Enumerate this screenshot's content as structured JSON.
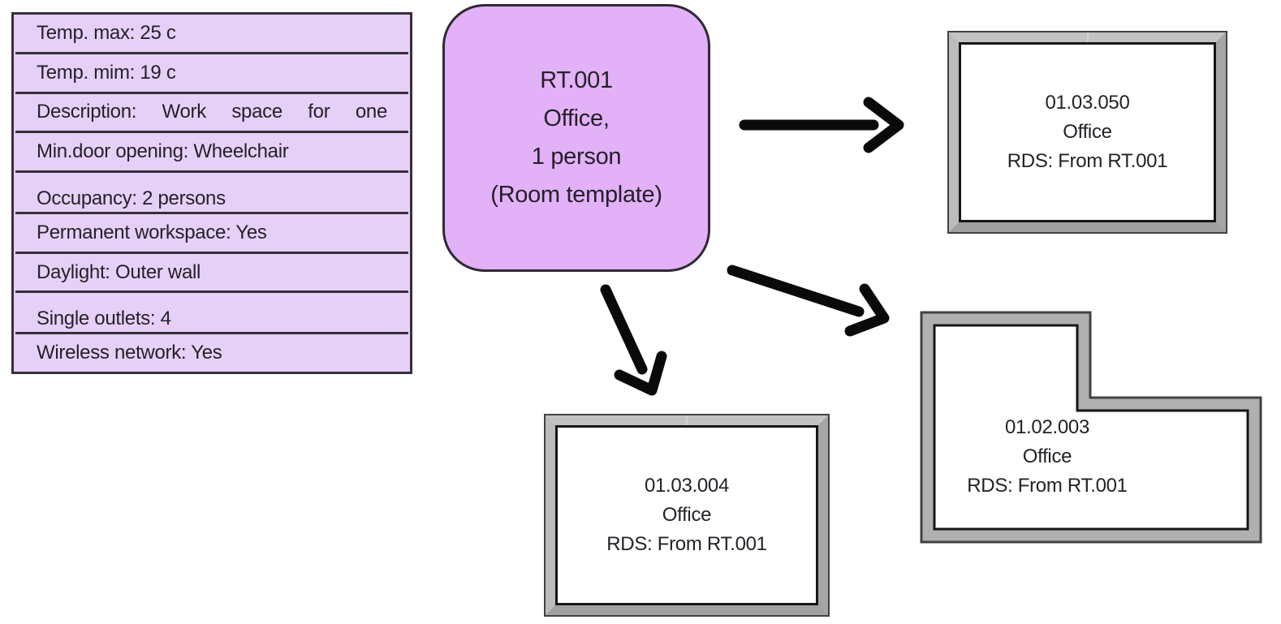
{
  "template_box": {
    "lines": [
      "RT.001",
      "Office,",
      "1 person",
      "(Room template)"
    ]
  },
  "spec_table": {
    "rows": [
      "Temp. max: 25 c",
      "Temp. mim: 19 c",
      "Description: Work space for one",
      "Min.door opening: Wheelchair",
      "Occupancy: 2 persons",
      "Permanent workspace: Yes",
      "Daylight: Outer wall",
      "Single outlets: 4",
      "Wireless network: Yes"
    ]
  },
  "rooms": [
    {
      "number": "01.03.050",
      "type": "Office",
      "rds": "RDS: From RT.001"
    },
    {
      "number": "01.03.004",
      "type": "Office",
      "rds": "RDS: From RT.001"
    },
    {
      "number": "01.02.003",
      "type": "Office",
      "rds": "RDS: From RT.001"
    }
  ],
  "colors": {
    "template_fill": "#e3b1f8",
    "table_fill": "#e7d0f8",
    "wall_gray": "#b0b0b0",
    "ink": "#242128",
    "arrow": "#0a0a0a"
  }
}
